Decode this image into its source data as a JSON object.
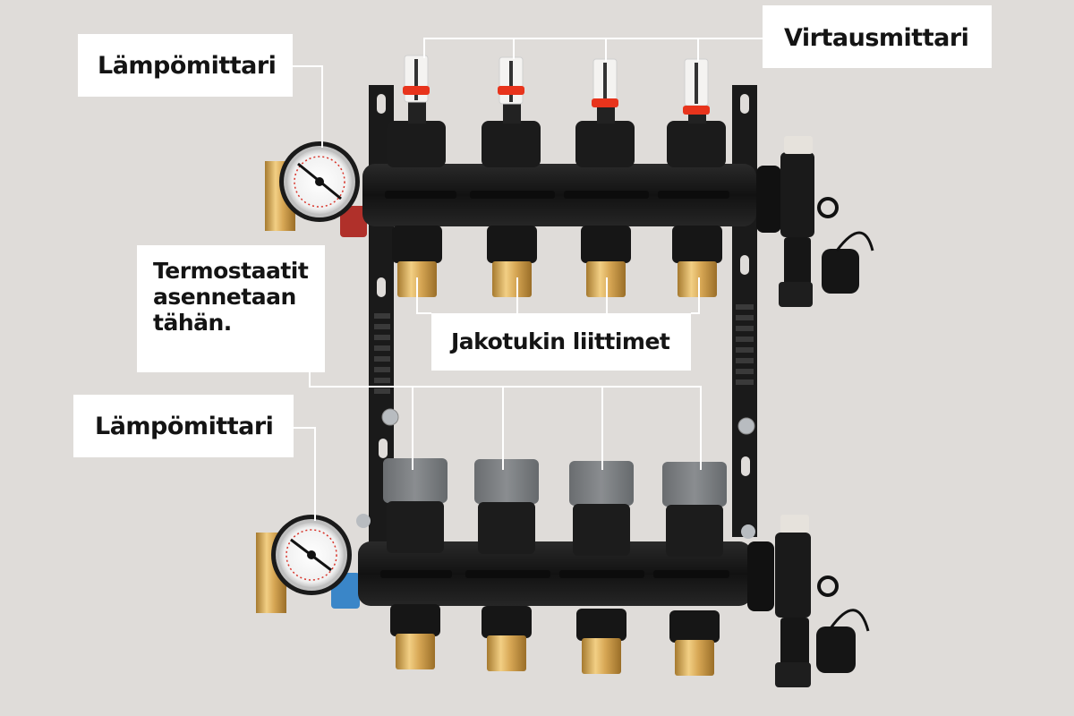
{
  "diagram": {
    "subject": "Underfloor heating manifold (lattialämmityksen jakotukki)",
    "background_color": "#dfdcd9",
    "label_background": "#ffffff",
    "label_text_color": "#141414",
    "leader_line_color": "#ffffff",
    "labels": {
      "thermometer_top": "Lämpömittari",
      "flow_meters": "Virtausmittari",
      "thermostats": [
        "Termostaatit",
        "asennetaan",
        "tähän."
      ],
      "manifold_connectors": "Jakotukin liittimet",
      "thermometer_bottom": "Lämpömittari"
    },
    "components": {
      "upper_manifold": {
        "outlets": 4,
        "flow_meter_count": 4,
        "thermometer": true,
        "end_valve": "air vent + drain valve with cap"
      },
      "lower_manifold": {
        "outlets": 4,
        "thermostat_valve_caps": 4,
        "cap_color": "#7a7d80",
        "thermometer": true,
        "end_valve": "air vent + drain valve with cap"
      },
      "connector_color": "#c99a45",
      "body_color": "#1c1c1c",
      "flow_meter_indicator_color": "#e8341c"
    }
  }
}
